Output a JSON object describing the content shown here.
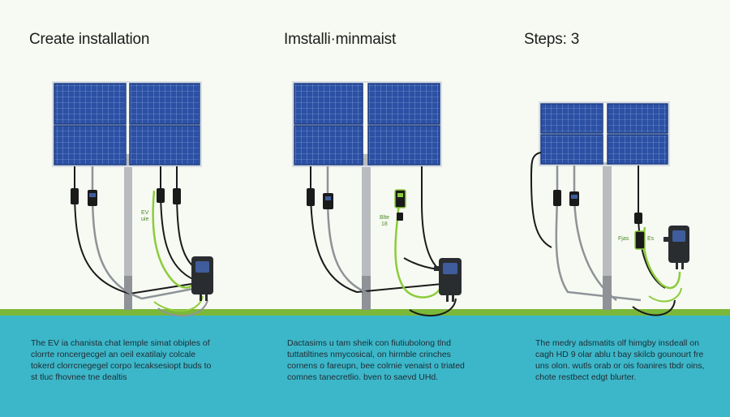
{
  "panels": [
    {
      "title": "Create installation",
      "caption": [
        "The EV ia chanista chat lemple simat obiples of",
        "clorrte roncergecgel an oeil exatilaiy colcale",
        "tokerd clorrcnegegel corpo lecaksesiopt buds to",
        "st tluc fhovnee tne dealtis"
      ],
      "labels": [
        "EV",
        "uie"
      ]
    },
    {
      "title": "Imstalli·minmaist",
      "caption": [
        "Dactasims u tam sheik con fiutiubolong tlnd",
        "tuttatiltines nmycosical, on hirmble crinches",
        "cornens o fareupn,  bee colrnie venaist o triated",
        "comnes tanecretlio. bven to saevd UHd."
      ],
      "labels": [
        "Blte",
        "18"
      ]
    },
    {
      "title": "Steps: 3",
      "caption": [
        "The medry adsmatits olf himgby insdeall on",
        "cagh HD 9 olar ablu t bay skilcb gounourt fre",
        "uns olon. wutls orab or ois foanires tbdr oins,",
        "chote restbect edgt blurter."
      ],
      "labels": [
        "Fjas",
        "Es"
      ]
    }
  ],
  "colors": {
    "background": "#f7faf2",
    "panel_blue": "#2b50a4",
    "panel_grid": "#9fb6e6",
    "pole": "#b9bcbf",
    "cable_black": "#1a1a1a",
    "cable_grey": "#8e9398",
    "cable_green": "#8ccc3c",
    "charger": "#2a2d30",
    "charger_screen": "#3f5d9c",
    "grass": "#7bb83a",
    "water": "#3cb7c9"
  }
}
